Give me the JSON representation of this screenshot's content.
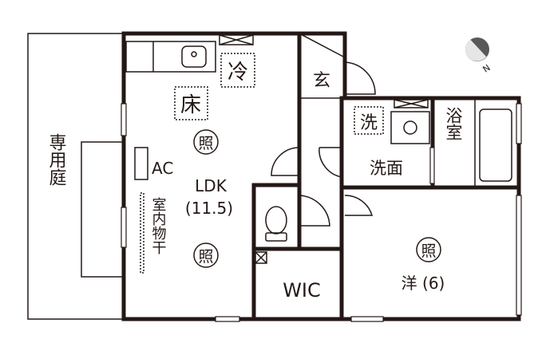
{
  "rooms": {
    "garden": "専用庭",
    "ldk": "LDK",
    "ldk_size": "(11.5)",
    "entrance": "玄",
    "washroom": "洗面",
    "bath": "浴室",
    "western_room": "洋 (6)",
    "wic": "WIC"
  },
  "symbols": {
    "ac": "AC",
    "indoor_drying": "室内物干",
    "light": "照",
    "refrigerator": "冷",
    "floor_heating": "床",
    "washer": "洗"
  },
  "compass": {
    "label": "N",
    "color": "#595757"
  }
}
